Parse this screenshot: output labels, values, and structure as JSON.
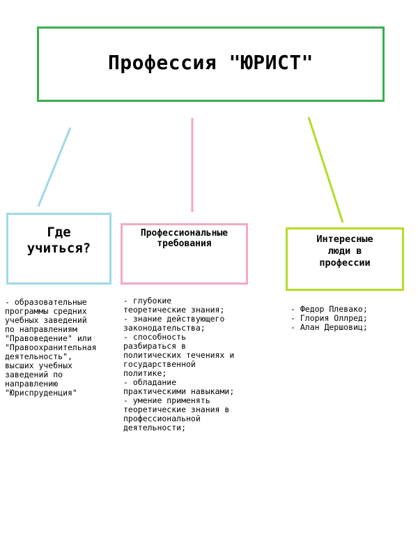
{
  "title": "Профессия \"ЮРИСТ\"",
  "colors": {
    "title_border": "#3aad4f",
    "box1_border": "#9fd9e6",
    "box2_border": "#f4a8c8",
    "box3_border": "#b3dc26"
  },
  "boxes": [
    {
      "heading": "Где\nучиться?",
      "items": [
        "- образовательные\nпрограммы средних\nучебных заведений\nпо направлениям\n\"Правоведение\" или\n\"Правоохранительная\nдеятельность\",\nвысших учебных\nзаведений по\nнаправлению\n\"Юриспруденция\""
      ]
    },
    {
      "heading": "Профессиональные\nтребования",
      "items": [
        "- глубокие\nтеоретические знания;",
        "- знание действующего\nзаконодательства;",
        "- способность\nразбираться в\nполитических течениях и\nгосударственной\nполитике;",
        "- обладание\nпрактическими навыками;",
        "- умение применять\nтеоретические знания в\nпрофессиональной\nдеятельности;"
      ]
    },
    {
      "heading": "Интересные\nлюди в\nпрофессии",
      "items": [
        "- Федор Плевако;",
        "- Глория Оллред;",
        "- Алан Дершовиц;"
      ]
    }
  ]
}
